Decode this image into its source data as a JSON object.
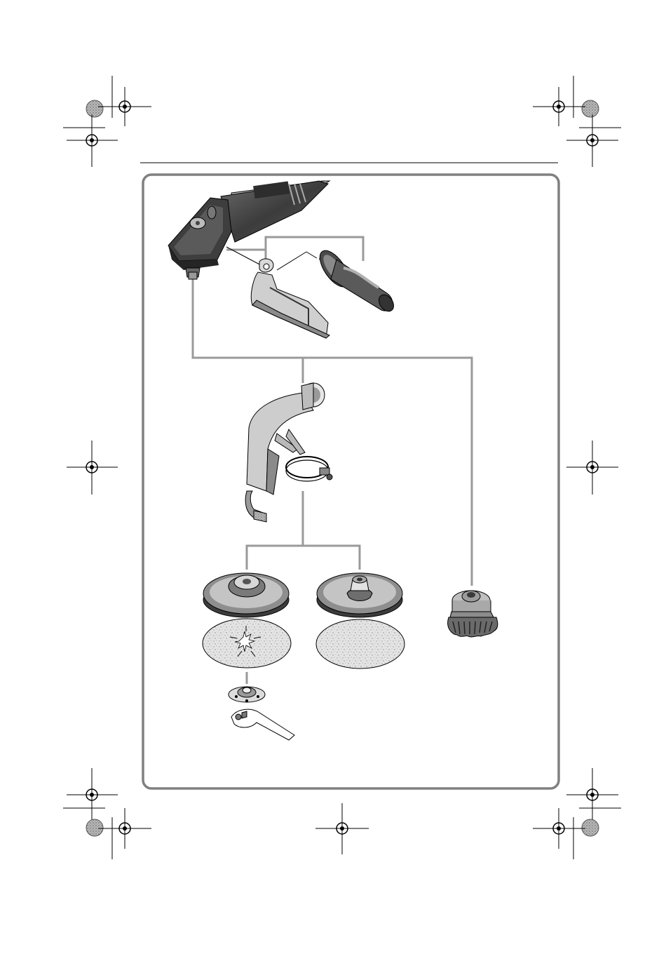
{
  "page": {
    "kind": "accessory overview illustration page (no printed text)",
    "colors": {
      "frame": "#808080",
      "connector": "#9a9a9a",
      "tool_dark": "#4a4a4a",
      "tool_mid": "#8a8a8a",
      "tool_light": "#d0d0d0",
      "abrasive": "#e2e2e2"
    }
  },
  "illustration": {
    "items": [
      {
        "id": "angle-grinder",
        "icon": "grinder-icon"
      },
      {
        "id": "hand-guard",
        "icon": "hand-guard-icon"
      },
      {
        "id": "auxiliary-handle",
        "icon": "auxiliary-handle-icon"
      },
      {
        "id": "extraction-hood",
        "icon": "extraction-hood-icon"
      },
      {
        "id": "backing-pad-clamp",
        "icon": "backing-pad-icon"
      },
      {
        "id": "sanding-sheet-perforated",
        "icon": "sanding-sheet-icon"
      },
      {
        "id": "backing-pad-thread",
        "icon": "backing-pad-icon"
      },
      {
        "id": "sanding-sheet-velcro",
        "icon": "sanding-sheet-icon"
      },
      {
        "id": "clamping-nut",
        "icon": "clamping-nut-icon"
      },
      {
        "id": "two-pin-spanner",
        "icon": "spanner-icon"
      },
      {
        "id": "cup-brush",
        "icon": "cup-brush-icon"
      }
    ]
  }
}
